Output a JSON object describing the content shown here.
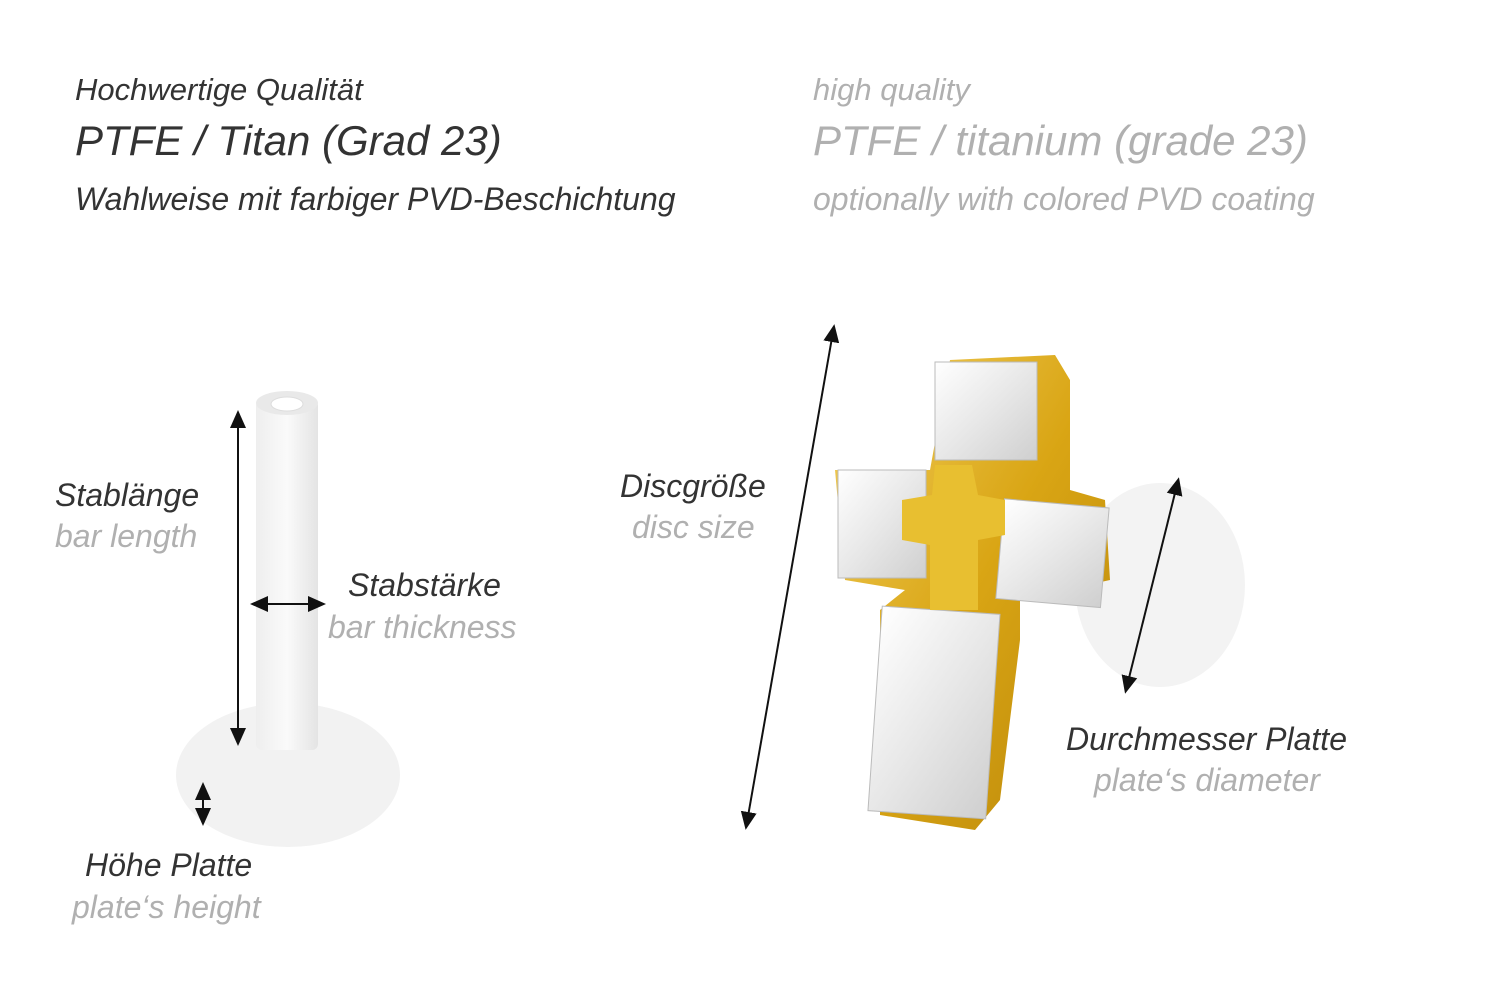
{
  "header": {
    "german": {
      "quality": "Hochwertige Qualität",
      "material": "PTFE / Titan (Grad 23)",
      "coating": "Wahlweise mit farbiger PVD-Beschichtung"
    },
    "english": {
      "quality": "high quality",
      "material": "PTFE / titanium (grade 23)",
      "coating": "optionally with colored PVD coating"
    }
  },
  "labels": {
    "bar_length": {
      "de": "Stablänge",
      "en": "bar length"
    },
    "bar_thickness": {
      "de": "Stabstärke",
      "en": "bar thickness"
    },
    "plate_height": {
      "de": "Höhe Platte",
      "en": "plate‘s height"
    },
    "disc_size": {
      "de": "Discgröße",
      "en": "disc size"
    },
    "plate_diameter": {
      "de": "Durchmesser Platte",
      "en": "plate‘s diameter"
    }
  },
  "colors": {
    "german_text": "#333333",
    "english_text": "#b0b0b0",
    "gold": "#e0b01e"
  }
}
